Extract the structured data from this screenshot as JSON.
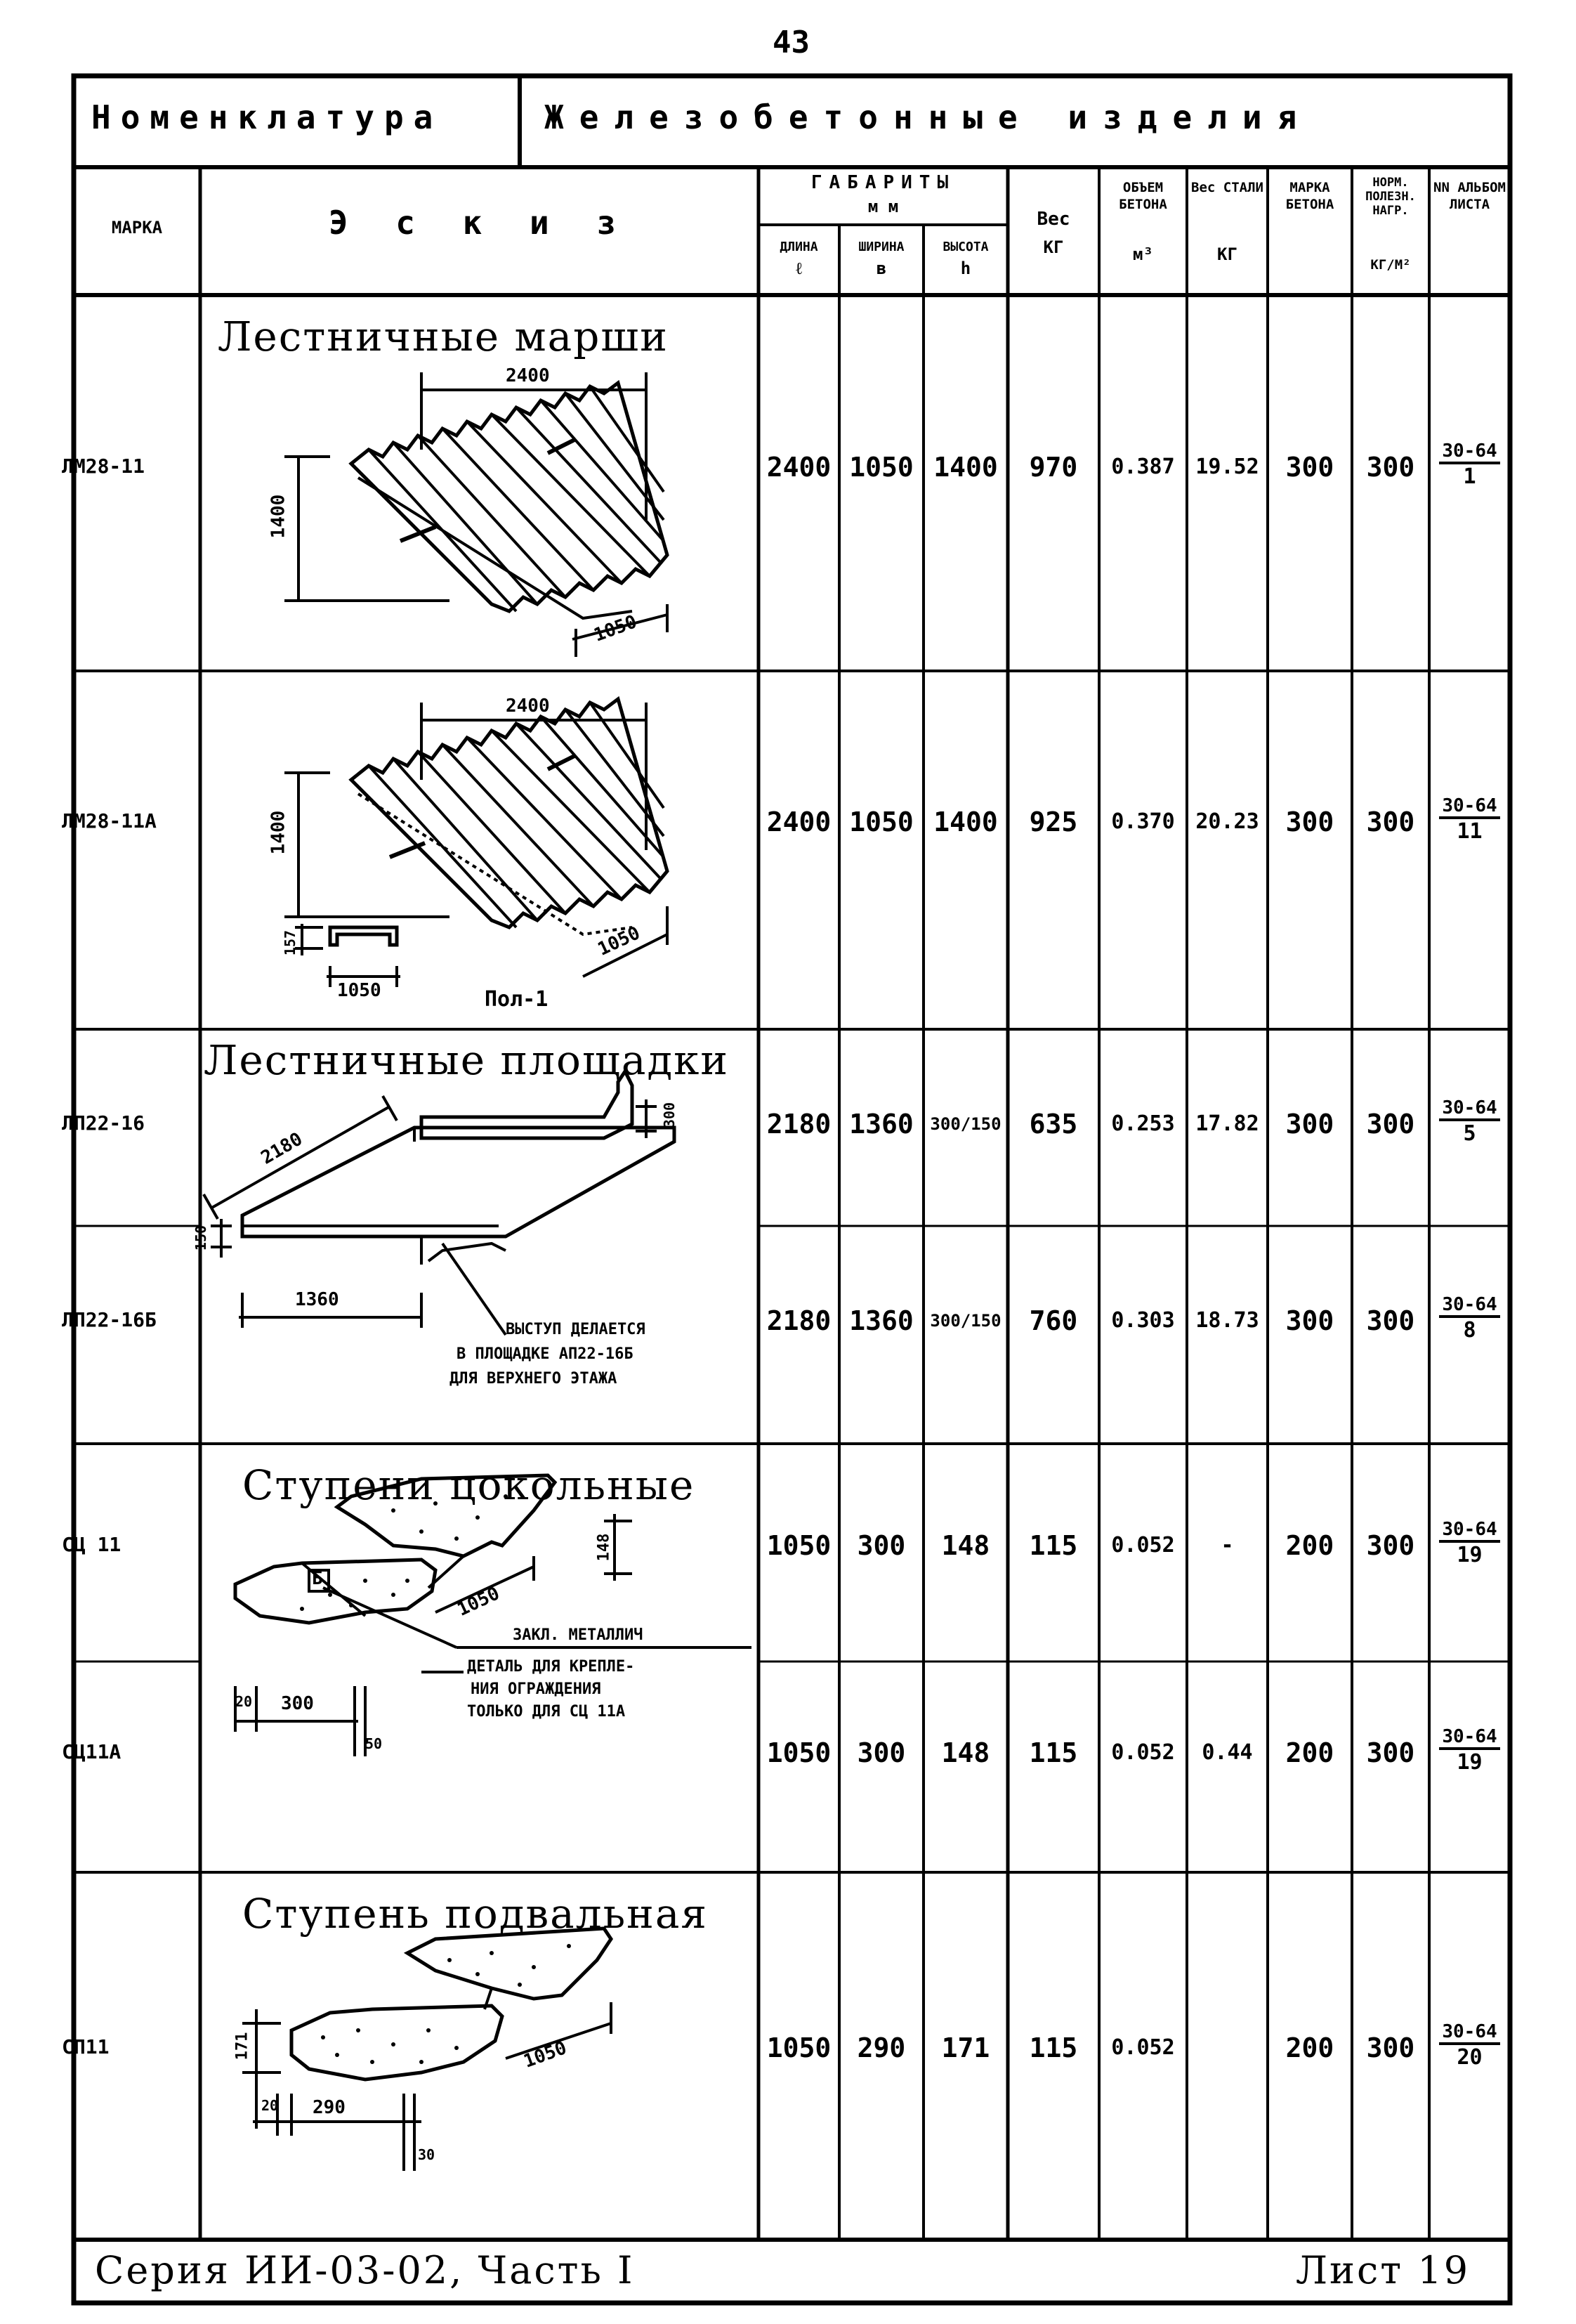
{
  "page_number": "43",
  "header": {
    "nomenclature": "Номенклатура",
    "title": "Железобетонные изделия"
  },
  "columns": {
    "marka": "МАРКА",
    "eskiz": "Э с к и з",
    "gabarity": "ГАБАРИТЫ",
    "mm": "м м",
    "dlina": "ДЛИНА",
    "dlina_sym": "ℓ",
    "shirina": "ШИРИНА",
    "shirina_sym": "в",
    "vysota": "ВЫСОТА",
    "vysota_sym": "h",
    "ves": "Вес",
    "ves_unit": "КГ",
    "obem": "ОБЪЕМ БЕТОНА",
    "obem_unit": "м³",
    "ves_stali": "Вес СТАЛИ",
    "ves_stali_unit": "КГ",
    "marka_betona": "МАРКА БЕТОНА",
    "norm": "НОРМ. ПОЛЕЗН. НАГР.",
    "norm_unit": "КГ/М²",
    "album": "NN АЛЬБОМ ЛИСТА"
  },
  "sections": {
    "marshi": "Лестничные марши",
    "ploshchadki": "Лестничные площадки",
    "stupeni_tsok": "Ступени цокольные",
    "stupen_podv": "Ступень подвальная"
  },
  "sketch_labels": {
    "m1_len": "2400",
    "m1_h": "1400",
    "m1_w": "1050",
    "m2_len": "2400",
    "m2_h": "1400",
    "m2_w": "1050",
    "m2_sec_w": "1050",
    "m2_sec_h": "157",
    "m2_section": "Пол-1",
    "p_len": "2180",
    "p_w": "1360",
    "p_h1": "300",
    "p_h2": "150",
    "p_note1": "ВЫСТУП ДЕЛАЕТСЯ",
    "p_note2": "В ПЛОЩАДКЕ АП22-16Б",
    "p_note3": "ДЛЯ ВЕРХНЕГО ЭТАЖА",
    "s_h": "148",
    "s_len": "1050",
    "s_w": "300",
    "s_a": "20",
    "s_b": "50",
    "s_note1": "ЗАКЛ. МЕТАЛЛИЧ",
    "s_note2": "ДЕТАЛЬ ДЛЯ КРЕПЛЕ-",
    "s_note3": "НИЯ ОГРАЖДЕНИЯ",
    "s_note4": "ТОЛЬКО ДЛЯ СЦ 11А",
    "s_letter": "Б",
    "sp_h": "171",
    "sp_len": "1050",
    "sp_w": "290",
    "sp_a": "20",
    "sp_b": "30"
  },
  "rows": [
    {
      "mark": "ЛМ28-11",
      "dlina": "2400",
      "shirina": "1050",
      "vysota": "1400",
      "ves": "970",
      "obem": "0.387",
      "stal": "19.52",
      "beton": "300",
      "norm": "300",
      "album": "30-64",
      "list": "1"
    },
    {
      "mark": "ЛМ28-11А",
      "dlina": "2400",
      "shirina": "1050",
      "vysota": "1400",
      "ves": "925",
      "obem": "0.370",
      "stal": "20.23",
      "beton": "300",
      "norm": "300",
      "album": "30-64",
      "list": "11"
    },
    {
      "mark": "ЛП22-16",
      "dlina": "2180",
      "shirina": "1360",
      "vysota": "300/150",
      "ves": "635",
      "obem": "0.253",
      "stal": "17.82",
      "beton": "300",
      "norm": "300",
      "album": "30-64",
      "list": "5"
    },
    {
      "mark": "ЛП22-16Б",
      "dlina": "2180",
      "shirina": "1360",
      "vysota": "300/150",
      "ves": "760",
      "obem": "0.303",
      "stal": "18.73",
      "beton": "300",
      "norm": "300",
      "album": "30-64",
      "list": "8"
    },
    {
      "mark": "СЦ 11",
      "dlina": "1050",
      "shirina": "300",
      "vysota": "148",
      "ves": "115",
      "obem": "0.052",
      "stal": "-",
      "beton": "200",
      "norm": "300",
      "album": "30-64",
      "list": "19"
    },
    {
      "mark": "СЦ11А",
      "dlina": "1050",
      "shirina": "300",
      "vysota": "148",
      "ves": "115",
      "obem": "0.052",
      "stal": "0.44",
      "beton": "200",
      "norm": "300",
      "album": "30-64",
      "list": "19"
    },
    {
      "mark": "СП11",
      "dlina": "1050",
      "shirina": "290",
      "vysota": "171",
      "ves": "115",
      "obem": "0.052",
      "stal": "",
      "beton": "200",
      "norm": "300",
      "album": "30-64",
      "list": "20"
    }
  ],
  "footer": {
    "series": "Серия ИИ-03-02, Часть I",
    "sheet": "Лист 19"
  }
}
